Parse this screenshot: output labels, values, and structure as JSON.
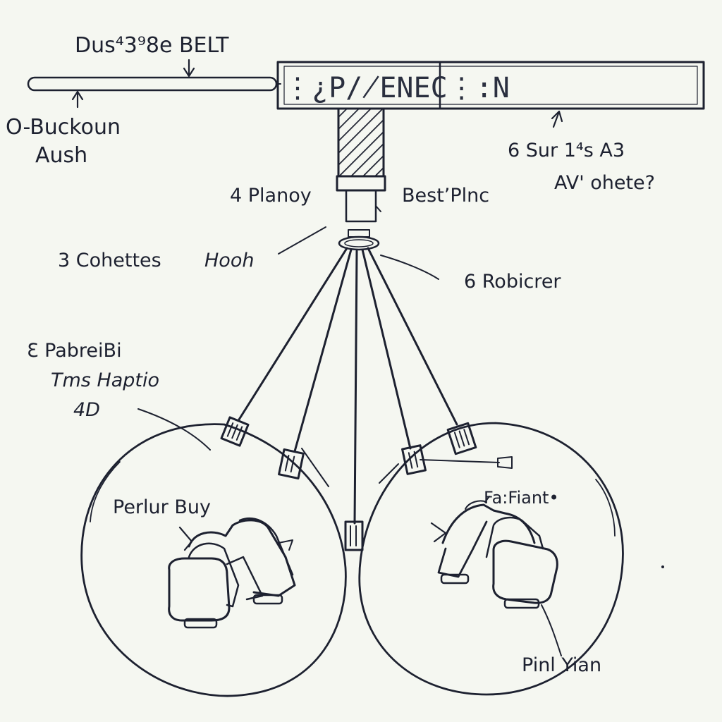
{
  "labels": {
    "top_belt": "Dus⁴3⁹8e BELT",
    "buckoun": "O-Buckoun",
    "aush": "Aush",
    "box_text": "⋮¿P/̸ENEC⋮:N",
    "sur_as": "6 Sur 1⁴s A3",
    "av_ohete": "AV' ohete?",
    "planoy": "4 Planoy",
    "best_plnc": "Best’Plnc",
    "cohettes": "3 Cohettes",
    "hooh": "Hooh",
    "robicrer": "6 Robicrer",
    "pabrei": "Ɛ PabreiBi",
    "tms_haptio": "Tms Haptio",
    "label_4d": "4D",
    "perlur_buy": "Perlur Buy",
    "fa_fiant": "Fa:Fiant•",
    "pinl_yian": "Pinl Yian"
  },
  "colors": {
    "ink": "#1d2130",
    "paper": "#f5f7f1"
  }
}
